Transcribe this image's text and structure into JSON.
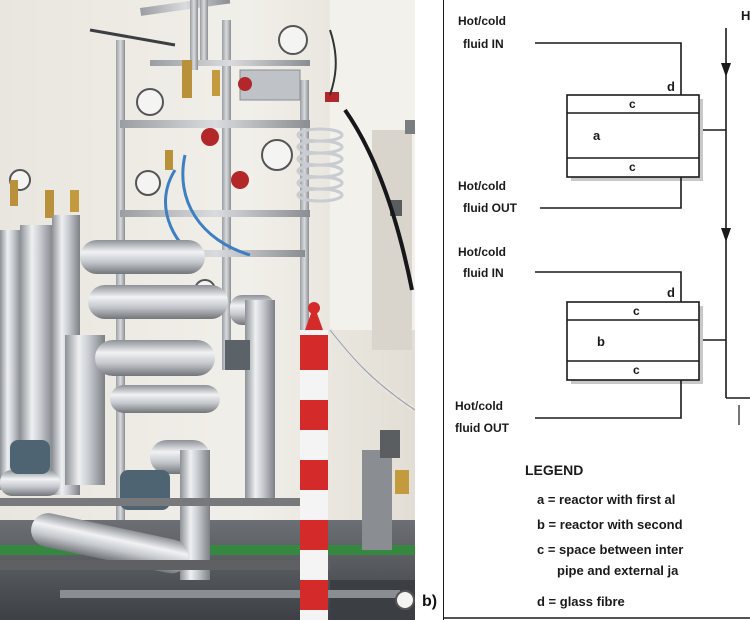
{
  "panel_label": "b)",
  "diagram": {
    "top_right_label": "H",
    "inlet_label_1": "Hot/cold",
    "inlet_label_2": "fluid IN",
    "outlet_label_1": "Hot/cold",
    "outlet_label_2": "fluid OUT",
    "marker_a": "a",
    "marker_b": "b",
    "marker_c": "c",
    "marker_d": "d"
  },
  "legend": {
    "title": "LEGEND",
    "items": [
      "a = reactor with first al",
      "b = reactor with second",
      "c = space between inter",
      "pipe and external ja",
      "d = glass fibre"
    ]
  },
  "colors": {
    "line": "#1a1a1a",
    "box_shadow": "#c8c8c8",
    "pole_red": "#d42a2a",
    "insulation_silver": "#c9ccd0"
  }
}
